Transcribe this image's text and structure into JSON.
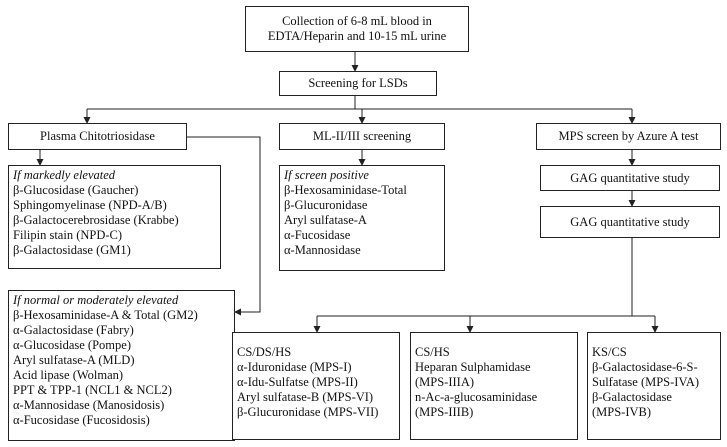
{
  "collection": {
    "line1": "Collection of 6-8 mL blood in",
    "line2": "EDTA/Heparin and 10-15 mL urine"
  },
  "screening": {
    "label": "Screening for LSDs"
  },
  "chito": {
    "label": "Plasma Chitotriosidase",
    "elevated": {
      "caption": "If markedly elevated",
      "items": [
        "β-Glucosidase (Gaucher)",
        "Sphingomyelinase (NPD-A/B)",
        "β-Galactocerebrosidase (Krabbe)",
        "Filipin stain (NPD-C)",
        "β-Galactosidase (GM1)"
      ]
    },
    "normal": {
      "caption": "If normal or moderately elevated",
      "items": [
        "β-Hexosaminidase-A & Total (GM2)",
        "α-Galactosidase (Fabry)",
        "α-Glucosidase (Pompe)",
        "Aryl sulfatase-A (MLD)",
        "Acid lipase (Wolman)",
        "PPT & TPP-1 (NCL1 & NCL2)",
        "α-Mannosidase (Manosidosis)",
        "α-Fucosidase (Fucosidosis)"
      ]
    }
  },
  "ml": {
    "label": "ML-II/III screening",
    "positive": {
      "caption": "If screen positive",
      "items": [
        "β-Hexosaminidase-Total",
        "β-Glucuronidase",
        "Aryl sulfatase-A",
        "α-Fucosidase",
        "α-Mannosidase"
      ]
    }
  },
  "mps": {
    "label": "MPS screen by Azure A test",
    "gag1": "GAG quantitative study",
    "gag2": "GAG quantitative study",
    "csds": {
      "items": [
        "CS/DS/HS",
        "α-Iduronidase (MPS-I)",
        "α-Idu-Sulfatse (MPS-II)",
        "Aryl sulfatase-B (MPS-VI)",
        "β-Glucuronidase (MPS-VII)"
      ]
    },
    "cshs": {
      "items": [
        "CS/HS",
        "Heparan Sulphamidase",
        "(MPS-IIIA)",
        "n-Ac-a-glucosaminidase",
        "(MPS-IIIB)"
      ]
    },
    "kscs": {
      "items": [
        "KS/CS",
        "β-Galactosidase-6-S-",
        "Sulfatase (MPS-IVA)",
        "β-Galactosidase",
        "(MPS-IVB)"
      ]
    }
  }
}
